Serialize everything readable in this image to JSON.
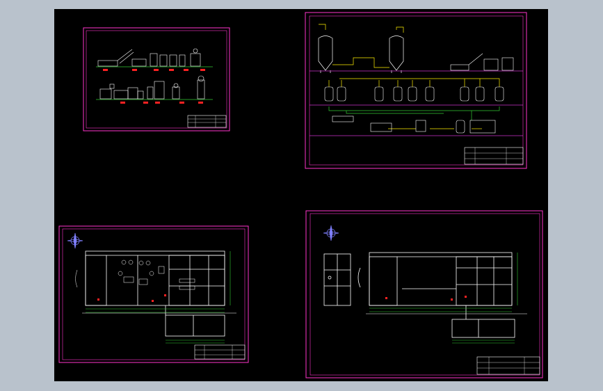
{
  "app": {
    "background_color": "#b9c2cc",
    "viewport_color": "#000000"
  },
  "sheets": [
    {
      "id": "sheet-1",
      "title_block": ""
    },
    {
      "id": "sheet-2",
      "title_block": ""
    },
    {
      "id": "sheet-3",
      "title_block": ""
    },
    {
      "id": "sheet-4",
      "title_block": ""
    }
  ],
  "colors": {
    "frame": "#ff33cc",
    "structure": "#ffffff",
    "pipe_green": "#33cc33",
    "pipe_yellow": "#ffee00",
    "pipe_magenta": "#cc33cc",
    "tag_red": "#ff2222",
    "compass": "#8080ff"
  },
  "icons": {
    "north_arrow": "compass-icon"
  }
}
